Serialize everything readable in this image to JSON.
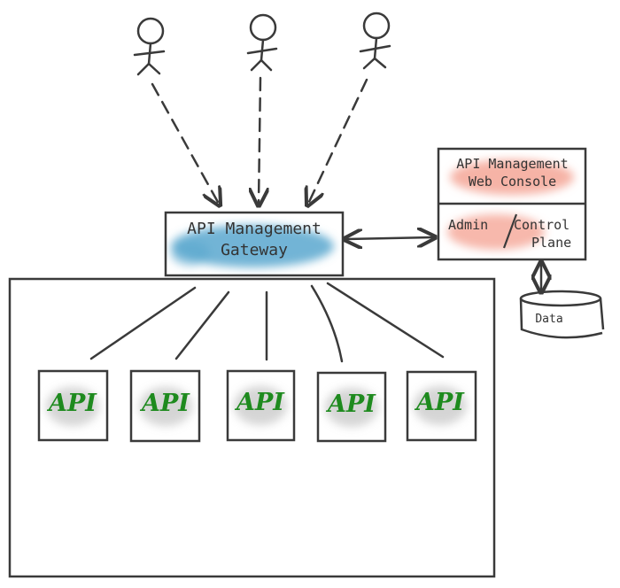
{
  "gateway": {
    "line1": "API Management",
    "line2": "Gateway"
  },
  "console": {
    "top_line1": "API Management",
    "top_line2": "Web Console",
    "bottom_left": "Admin",
    "bottom_right_line1": "Control",
    "bottom_right_line2": "Plane"
  },
  "datastore": {
    "label": "Data"
  },
  "apis": [
    "API",
    "API",
    "API",
    "API",
    "API"
  ],
  "colors": {
    "ink": "#3a3a3a",
    "gateway_wash": "#5aa7cf",
    "console_wash": "#f4a090",
    "api_wash": "#c8c8c8",
    "api_text": "#1e8a1e"
  }
}
